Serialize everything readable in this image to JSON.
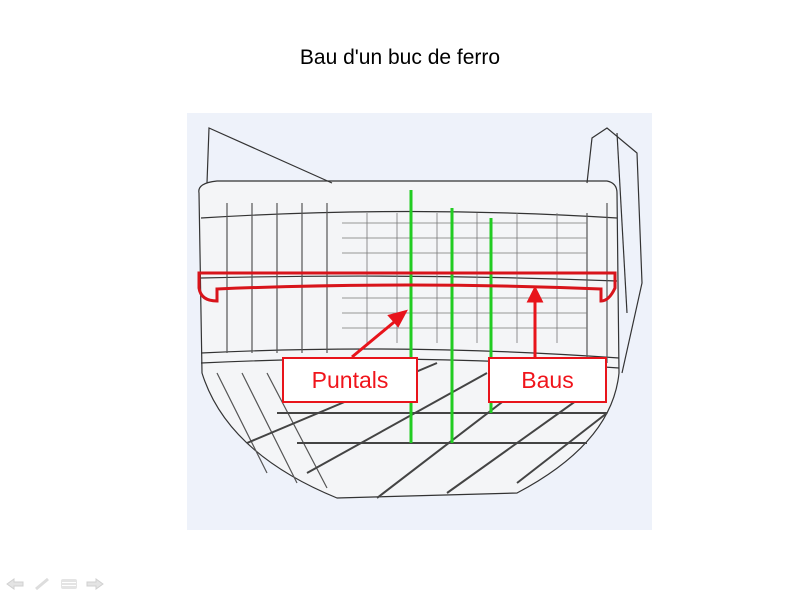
{
  "slide": {
    "title": "Bau d'un buc de ferro",
    "labels": {
      "pillars": "Puntals",
      "beams": "Baus"
    },
    "colors": {
      "pillar": "#22cc22",
      "beam": "#d8141b",
      "label": "#f0141b"
    }
  },
  "controls": {
    "icons": [
      "arrow-left-icon",
      "pen-icon",
      "menu-icon",
      "arrow-right-icon"
    ]
  }
}
